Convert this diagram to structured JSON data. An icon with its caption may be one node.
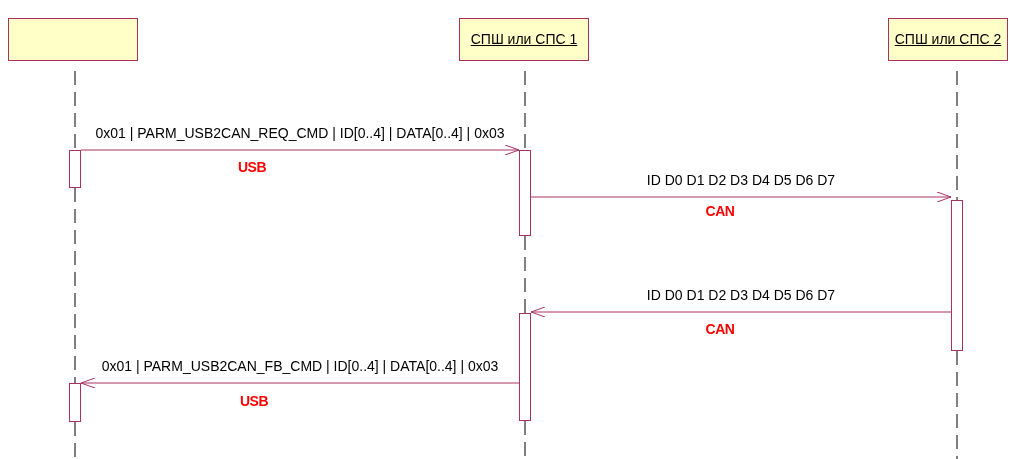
{
  "diagram": {
    "nodes": [
      {
        "text": [],
        "shape": "box"
      },
      {
        "text": [
          "СПШ или СПС 1"
        ]
      },
      {
        "text": [
          "СПШ или СПС 2"
        ]
      },
      {
        "text": [],
        "shape": "bar"
      },
      {
        "text": [],
        "shape": "bar"
      },
      {
        "text": [],
        "shape": "bar"
      },
      {
        "text": [],
        "shape": "bar"
      },
      {
        "text": [],
        "shape": "bar"
      }
    ],
    "edges": [
      {
        "from": 0,
        "to": 3,
        "arrow": "none",
        "style": "dashed"
      },
      {
        "from": 3,
        "to": 7,
        "arrow": "none",
        "style": "dashed"
      },
      {
        "from": 7,
        "to": null,
        "arrow": "none",
        "style": "dashed"
      },
      {
        "from": 1,
        "to": 4,
        "arrow": "none",
        "style": "dashed"
      },
      {
        "from": 4,
        "to": 6,
        "arrow": "none",
        "style": "dashed"
      },
      {
        "from": 6,
        "to": null,
        "arrow": "none",
        "style": "dashed"
      },
      {
        "from": 2,
        "to": 5,
        "arrow": "none",
        "style": "dashed"
      },
      {
        "from": 5,
        "to": null,
        "arrow": "none",
        "style": "dashed"
      },
      {
        "from": 3,
        "to": 4,
        "arrow": "to",
        "label": "0x01 | PARM_USB2CAN_REQ_CMD | ID[0..4] | DATA[0..4] | 0x03",
        "color": "#a8325f"
      },
      {
        "from": 4,
        "to": 5,
        "arrow": "to",
        "label": "ID D0 D1 D2 D3 D4 D5 D6 D7",
        "color": "#a8325f"
      },
      {
        "from": 5,
        "to": 6,
        "arrow": "to",
        "label": "ID D0 D1 D2 D3 D4 D5 D6 D7",
        "color": "#a8325f"
      },
      {
        "from": 6,
        "to": 7,
        "arrow": "to",
        "label": "0x01 | PARM_USB2CAN_FB_CMD | ID[0..4] | DATA[0..4] | 0x03",
        "color": "#a8325f"
      }
    ],
    "labels": [
      "USB",
      "CAN",
      "CAN",
      "USB"
    ]
  }
}
